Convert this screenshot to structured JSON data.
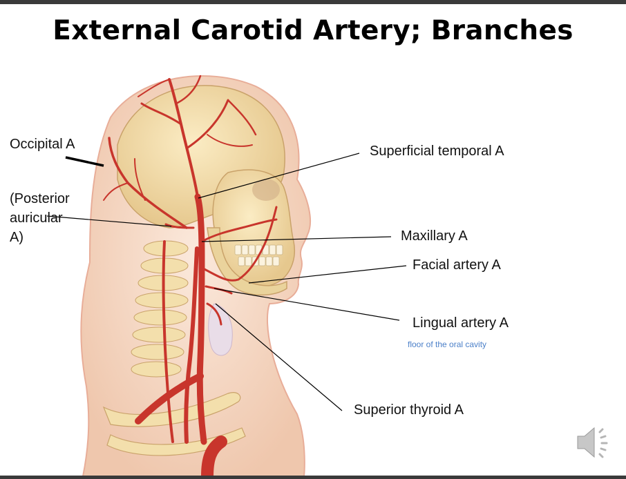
{
  "slide": {
    "title": "External Carotid Artery; Branches"
  },
  "labels": {
    "occipital": "Occipital A",
    "posterior_line1": "(Posterior",
    "posterior_line2": "auricular",
    "posterior_line3": "A)",
    "superficial_temporal": "Superficial temporal A",
    "maxillary": "Maxillary A",
    "facial": "Facial artery A",
    "lingual": "Lingual artery A",
    "lingual_note": "floor of the oral cavity",
    "superior_thyroid": "Superior thyroid A"
  },
  "icons": {
    "audio": "speaker-icon"
  },
  "colors": {
    "artery": "#c8352c",
    "skin": "#f6dcc8",
    "bone": "#f1dda6",
    "note": "#4a7fc8"
  }
}
